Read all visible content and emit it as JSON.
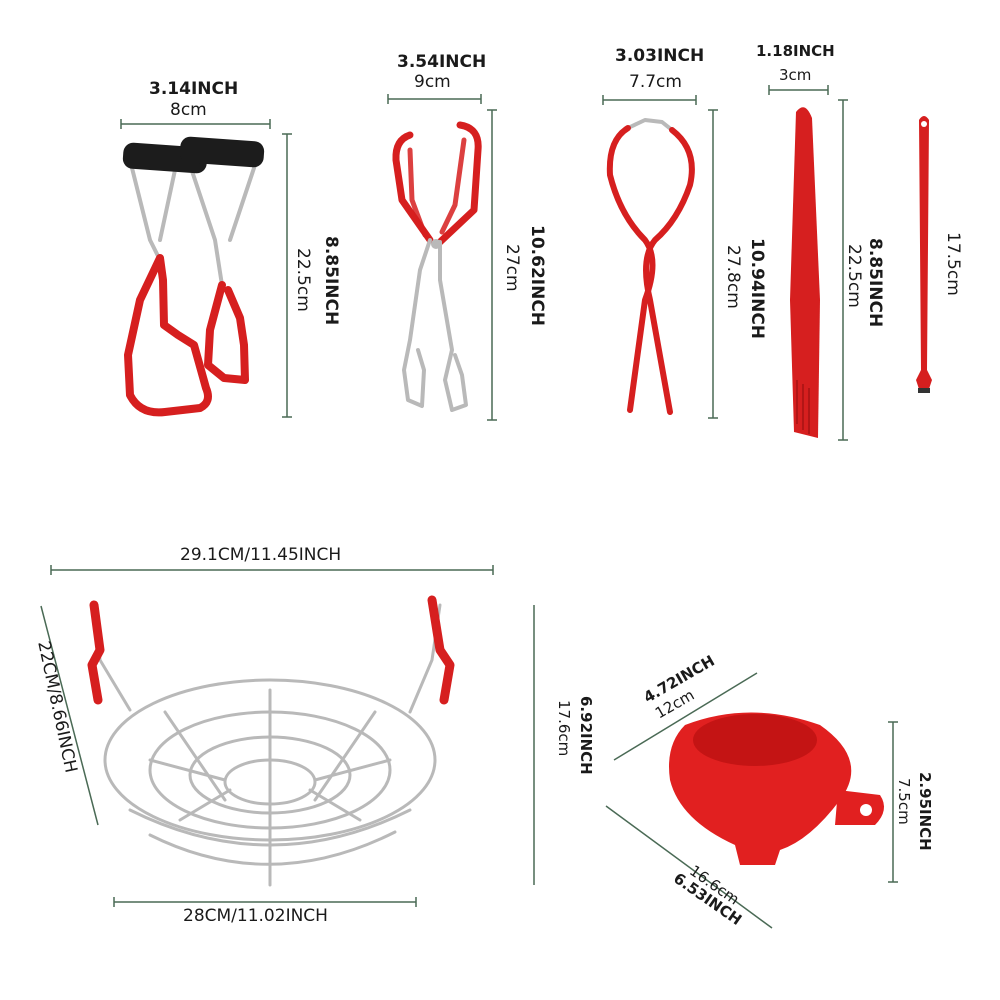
{
  "colors": {
    "handle_red": "#d61f1f",
    "funnel_red": "#e12020",
    "steel": "#b9b9b9",
    "grip_black": "#1c1c1c",
    "dimension_line": "#4a6a55"
  },
  "items": {
    "jar_lifter": {
      "width_in": "3.14INCH",
      "width_cm": "8cm",
      "height_in": "8.85INCH",
      "height_cm": "22.5cm"
    },
    "tongs": {
      "width_in": "3.54INCH",
      "width_cm": "9cm",
      "height_in": "10.62INCH",
      "height_cm": "27cm"
    },
    "jar_wrench": {
      "width_in": "3.03INCH",
      "width_cm": "7.7cm",
      "height_in": "10.94INCH",
      "height_cm": "27.8cm"
    },
    "bubble_remover": {
      "width_in": "1.18INCH",
      "width_cm": "3cm",
      "height_in": "8.85INCH",
      "height_cm": "22.5cm"
    },
    "magnetic_lid_lifter": {
      "height_cm": "17.5cm"
    },
    "canning_rack": {
      "top_width": "29.1CM/11.45INCH",
      "height": "22CM/8.66INCH",
      "bottom_width": "28CM/11.02INCH"
    },
    "funnel": {
      "diameter_in": "4.72INCH",
      "diameter_cm": "12cm",
      "height_in": "6.92INCH",
      "height_cm": "17.6cm",
      "spout_in": "2.95INCH",
      "spout_cm": "7.5cm",
      "length_cm": "16.6cm",
      "length_in": "6.53INCH"
    }
  }
}
